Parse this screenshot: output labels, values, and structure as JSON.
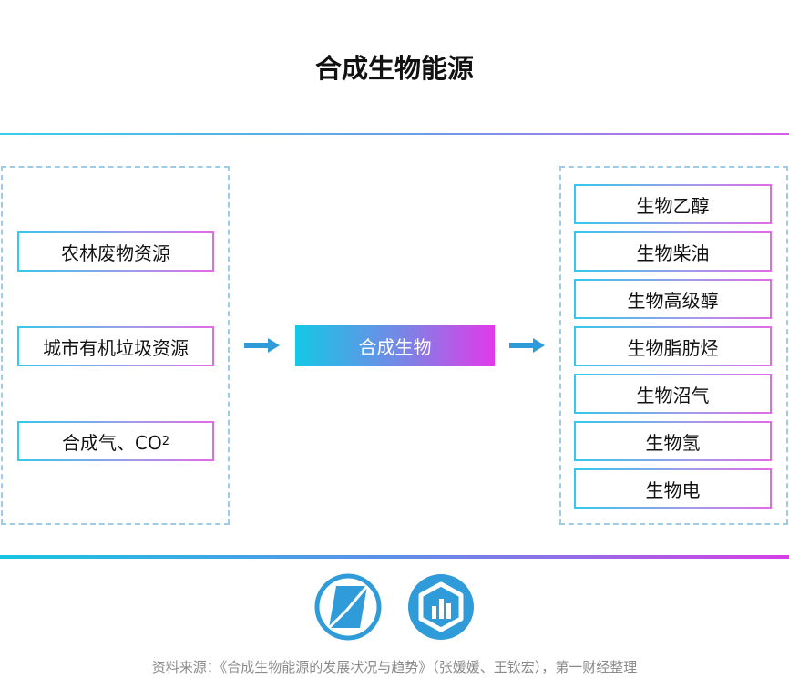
{
  "title": "合成生物能源",
  "inputs": [
    {
      "label": "农林废物资源"
    },
    {
      "label": "城市有机垃圾资源"
    },
    {
      "label": "合成气、CO",
      "subscript": "2"
    }
  ],
  "process": "合成生物",
  "outputs": [
    "生物乙醇",
    "生物柴油",
    "生物高级醇",
    "生物脂肪烃",
    "生物沼气",
    "生物氢",
    "生物电"
  ],
  "source": "资料来源：《合成生物能源的发展状况与趋势》（张媛媛、王钦宏），第一财经整理",
  "colors": {
    "arrow": "#2f9bd8",
    "gradient_start": "#14c8e4",
    "gradient_end": "#e13ae8",
    "logo": "#2f9bd8"
  },
  "icons": [
    "arrow-right-icon",
    "cbn-parallelogram-logo",
    "data-bars-logo"
  ]
}
